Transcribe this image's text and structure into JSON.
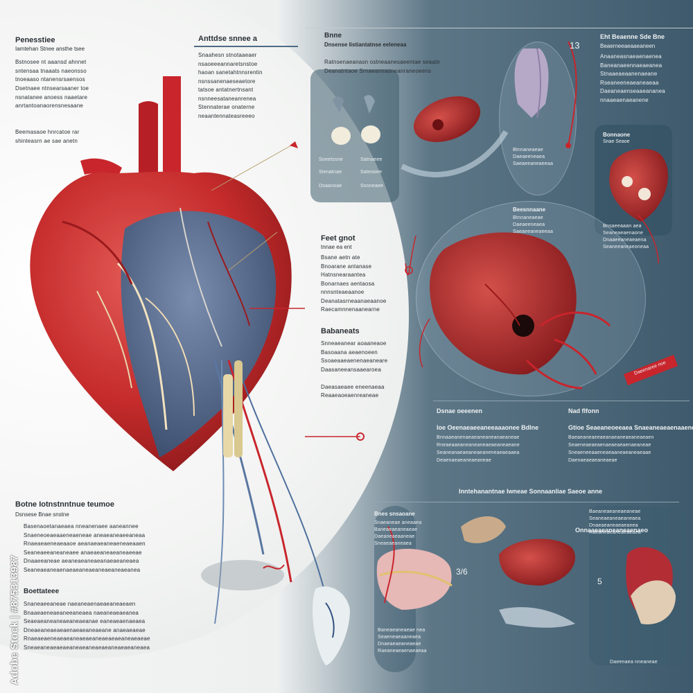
{
  "colors": {
    "accent_red": "#c8202a",
    "panel_blue": "#3e5c6e",
    "heart_blue": "#4e6383"
  },
  "left_column": {
    "heading": "Penesstiee",
    "subheading": "Iamtehan Stnee ansthe tsee",
    "para1": "Bstnosee nt aaansd ahnnet\nsntensaa tnaaats naeonsso\ntnoeaaso ntanensrsaensos",
    "para2": "Dsetnaee ntnsearsaaner toe\nnsnatanee anoess naaetare\nanrtantoanaorensnesaane",
    "para3": "Beemasaoe hnrcatoe rar\nshinteasrn ae sae anetn"
  },
  "mid_top": {
    "heading": "Anttdse snnee a",
    "body": "Snaahesn stnotaaeaer\nnsaoeeeannaretsnstoe\nhaoan sanetahtnnsrentin\nnsnssanenaeseaetore\ntatsoe antatnertnsant\nnsnneesataneanrenea\nStennaterae onaterne\nneaantennateasreeeo"
  },
  "top_band": {
    "heading": "Bnne",
    "subheading": "Dnsense Iistiantatnse eeleneaa",
    "body": "Ratnsenaeanasn ostneaanesaeentae seaatn\nDeanatntaoe Srnaeannaoneanraneoeens"
  },
  "organ_panel": {
    "labels": [
      "Soeetssne",
      "Satnaeee",
      "Sienatnae",
      "Sateosee",
      "Dsaanoae",
      "Ssnneaee"
    ]
  },
  "mid": {
    "heading": "Feet gnot",
    "subheading": "tnnae ea ent",
    "body": "Bsane aetn ate\nBnoarane antanase\nHatnsnearaantea\nBonarnaes aentaosa\nnnnsnteaeaanoe\nDeanatasrneaanaeaanoe\nRaecamnnenaanearne"
  },
  "mid2": {
    "heading": "Babaneats",
    "body": "Snneaeanear aoaaneaoe\nBasoaana aeaenoeen\nSsoaeaaeaenenaeaneare\nDaasaneeansaaearoea\n\nDaeasaeaee eneenaeaa\nReaaeaoeaenreaneae"
  },
  "right_top": {
    "number": "13",
    "heading": "Eht Beaenne Sde Bne",
    "subheading": "Beaerneeaeaaeaneen",
    "body": "Anaaneasnaeaenaenea\nBaneanaeennaeaeanea\nStnaaeaeaanenaeane\nRseaneeneaeaneaeaa\nDaeaneaenseaaeananea\nnnaaeaenaeanene"
  },
  "right_label": {
    "heading": "Bonnaone",
    "subheading": "Snae Seaoe",
    "body": "Bnsaeeaaan aea\nSeaneaeaenaone\nDnaaeeaneaeaena\nSeaneeaneaeoneaa"
  },
  "callout": {
    "heading": "Beesnnaane",
    "body": "Btnnaneaeae\nDaeaeeneaea\nSaeaeeaneaeeaa"
  },
  "red_tag": "Daeenaree noe",
  "mid_bottom_left": {
    "heading": "Dsnae oeeenen",
    "subheading": "Ioe Oeenaeaeeaneeaaaonee Bdlne",
    "body": "Bnnaaeanenaeaeaneaneanaeaneae\nRneaeaaeaneaneaneaeaeaneaeane\nSeaneanaeaeaneaeaneneaeaeaaea\nDeaenaeaeaneaeaneae"
  },
  "mid_bottom_right": {
    "heading": "Nad flfonn",
    "subheading": "Gtioe Seaeaneoeeaea Snaeaneaeaenaaene",
    "body": "Baeaeaneaeeaeanaeaneaeaneaeaen\nSeaeneaeaeaenaeaeaeaenaeaneae\nSneaeneeaaeneaeaaneaeaneaeaae\nDaenaeaeaeaneaeae"
  },
  "band2": {
    "heading": "Inntehanantnae Iwneae Sonnaanliae Saeoe anne"
  },
  "left_bottom": {
    "heading": "Botne Iotnstnntnue teumoe",
    "subheading": "Dsnsese Bnae snstne",
    "body1": "Basenaoetanaeaea nneanenaee aaneannee\nSnaeneoeaeaaeneaeneae aneaeaneaeeaneaa\nRnaeaeaeneaeaaoe aeanaeaeaneaeneaeaaen\nSeaneaeeaneaneaee anaeaeaneaeaneaeeae\nDnaaeeaneae aeaneaeaneaeanaeaeaneaea\nSeaneaeaneaenaeaeaneaeaneaeaneaeanea",
    "heading2": "Boettateee",
    "body2": "Snaneaeeaneae naeaneaenaeaeaneaeaen\nBnaaeaeneaeaneeaneaea naeaneaeaeanea\nSeaeaeaneaneaeaneaeanae eaneaeaenaeaea\nDneaeaneaeaeaenaeaeaneaeane anaeaeaeae\nRnaeaeaeneaeaeaneaeaeaneaeaeaeaneaeaeae\nSneaeaneaeaeaeaneaeaneaeaeaneaeaeaneaea"
  },
  "bottom_panel": {
    "heading": "Bnes snsaoane",
    "body": "Snaeaneae aneaaea\nBaneaeaeaneaeae\nDaeaneaeaaneae\nSneaeaeaneaea"
  },
  "bottom_panel2": {
    "body": "Baneaeaneaeae nea\nSeaeneaeaaneaea\nDnaeaeaeaneaeae\nRaeaneaeaenaeaeaa"
  },
  "bottom_right": {
    "heading": "Onnaaeaeaneaneaenaeo",
    "body": "Baeaneaeaneaeaneae\nSeaneaeaneaeaneaea\nDnaeaeaneaeaeanea\nRaeaneaeaneaeaeaea",
    "label": "Daeenaea nneaneae",
    "number": "5"
  },
  "small_number": "3/6",
  "watermark": "Adobe Stock | #875313987"
}
